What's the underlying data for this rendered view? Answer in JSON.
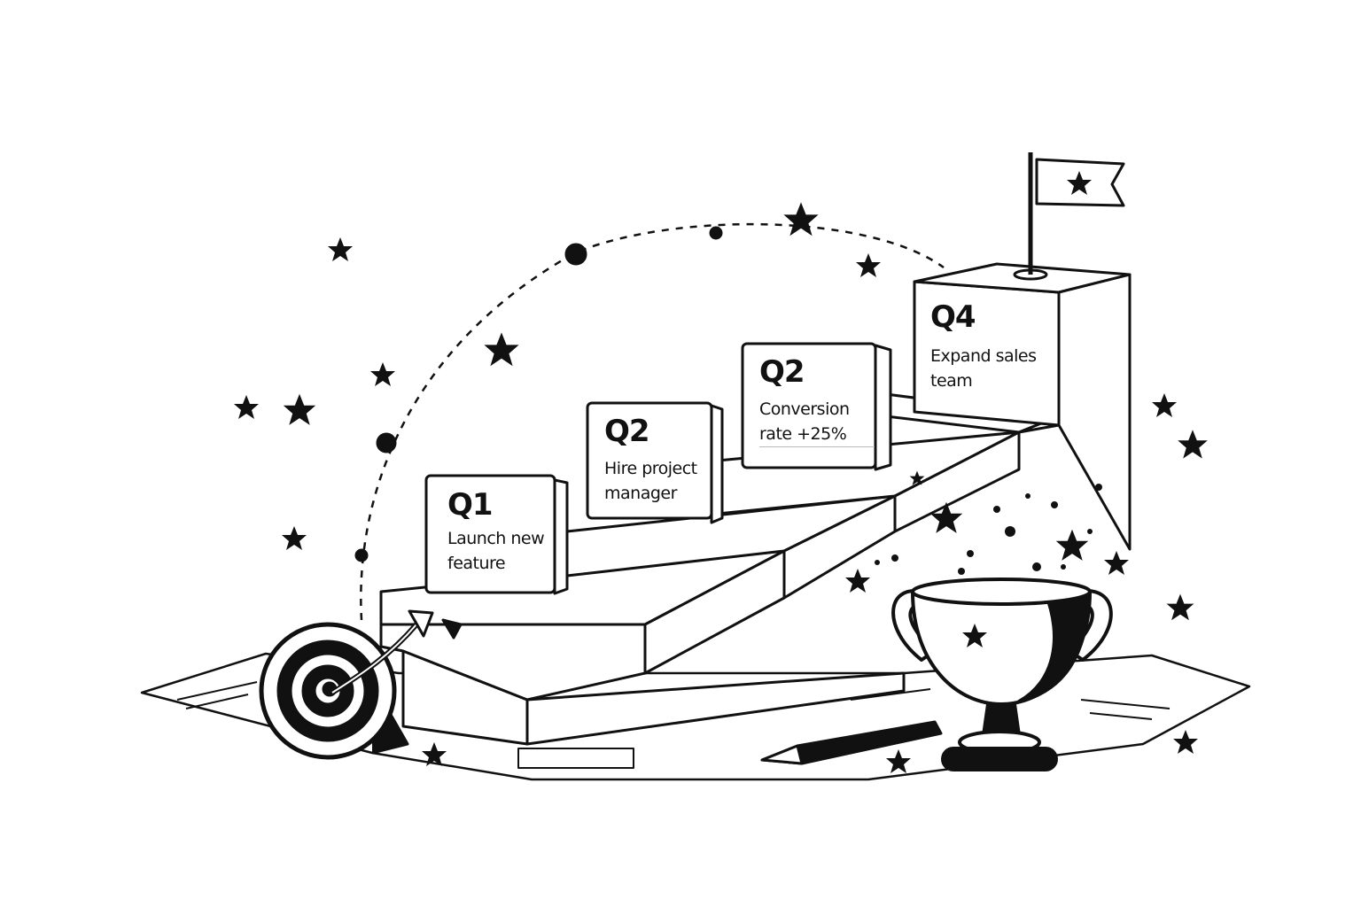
{
  "milestones": [
    {
      "quarter": "Q1",
      "goal": "Launch new feature"
    },
    {
      "quarter": "Q2",
      "goal": "Hire project manager"
    },
    {
      "quarter": "Q2",
      "goal": "Conversion rate +25%"
    },
    {
      "quarter": "Q4",
      "goal": "Expand sales team"
    }
  ],
  "icons": [
    "target-icon",
    "arrow-icon",
    "flag-star-icon",
    "trophy-icon",
    "pencil-icon",
    "star-icon"
  ],
  "colors": {
    "ink": "#111111",
    "paper": "#ffffff"
  }
}
